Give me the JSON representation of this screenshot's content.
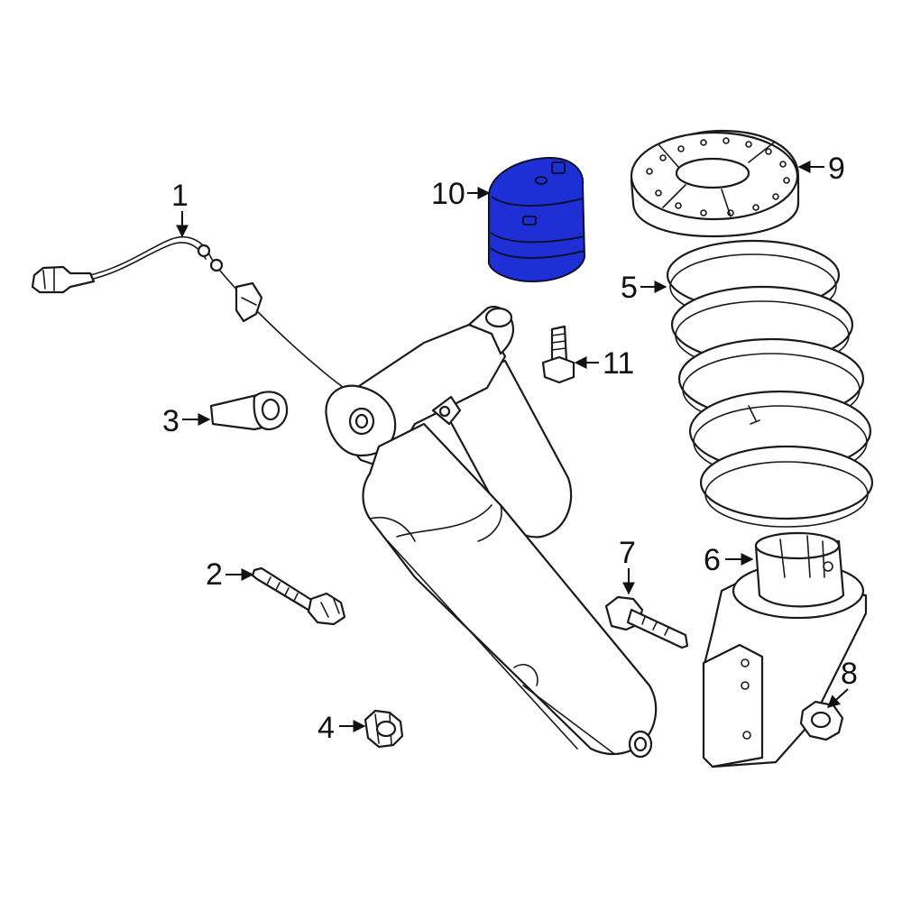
{
  "diagram": {
    "highlight_color": "#1f2fd6",
    "line_color": "#1a1a1a",
    "callouts": [
      {
        "id": "1",
        "label": "1"
      },
      {
        "id": "2",
        "label": "2"
      },
      {
        "id": "3",
        "label": "3"
      },
      {
        "id": "4",
        "label": "4"
      },
      {
        "id": "5",
        "label": "5"
      },
      {
        "id": "6",
        "label": "6"
      },
      {
        "id": "7",
        "label": "7"
      },
      {
        "id": "8",
        "label": "8"
      },
      {
        "id": "9",
        "label": "9"
      },
      {
        "id": "10",
        "label": "10"
      },
      {
        "id": "11",
        "label": "11"
      }
    ],
    "highlighted_part": "10"
  }
}
